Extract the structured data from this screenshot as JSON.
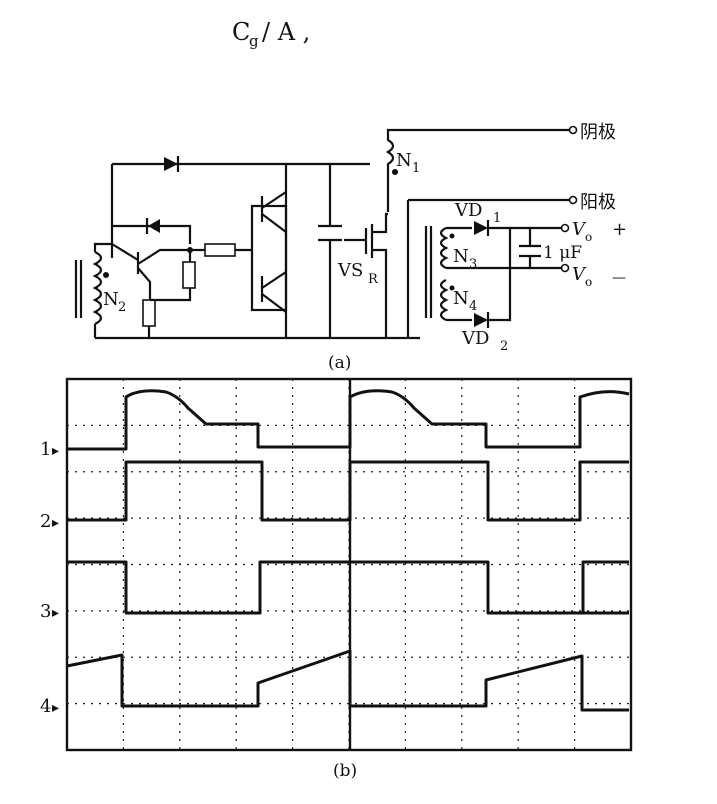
{
  "header": {
    "formula_base": "C",
    "formula_sub": "g",
    "formula_rest": "/ A ,"
  },
  "schematic": {
    "terminal_cathode": "阴极",
    "terminal_anode": "阳极",
    "vo_plus_v": "V",
    "vo_plus_sub": "o",
    "vo_plus_sign": "+",
    "vo_minus_v": "V",
    "vo_minus_sub": "o",
    "vo_minus_sign": "—",
    "n1_base": "N",
    "n1_sub": "1",
    "n2_base": "N",
    "n2_sub": "2",
    "n3_base": "N",
    "n3_sub": "3",
    "n4_base": "N",
    "n4_sub": "4",
    "vd1_base": "VD",
    "vd1_sub": "1",
    "vd2_base": "VD",
    "vd2_sub": "2",
    "vsr_base": "VS",
    "vsr_sub": "R",
    "cap_value": "1 μF",
    "caption": "(a)"
  },
  "scope": {
    "caption": "(b)",
    "channels": [
      {
        "label": "1",
        "marker": "▸"
      },
      {
        "label": "2",
        "marker": "▸"
      },
      {
        "label": "3",
        "marker": "▸"
      },
      {
        "label": "4",
        "marker": "▸"
      }
    ],
    "grid_divisions": {
      "x": 10,
      "y": 8
    }
  }
}
